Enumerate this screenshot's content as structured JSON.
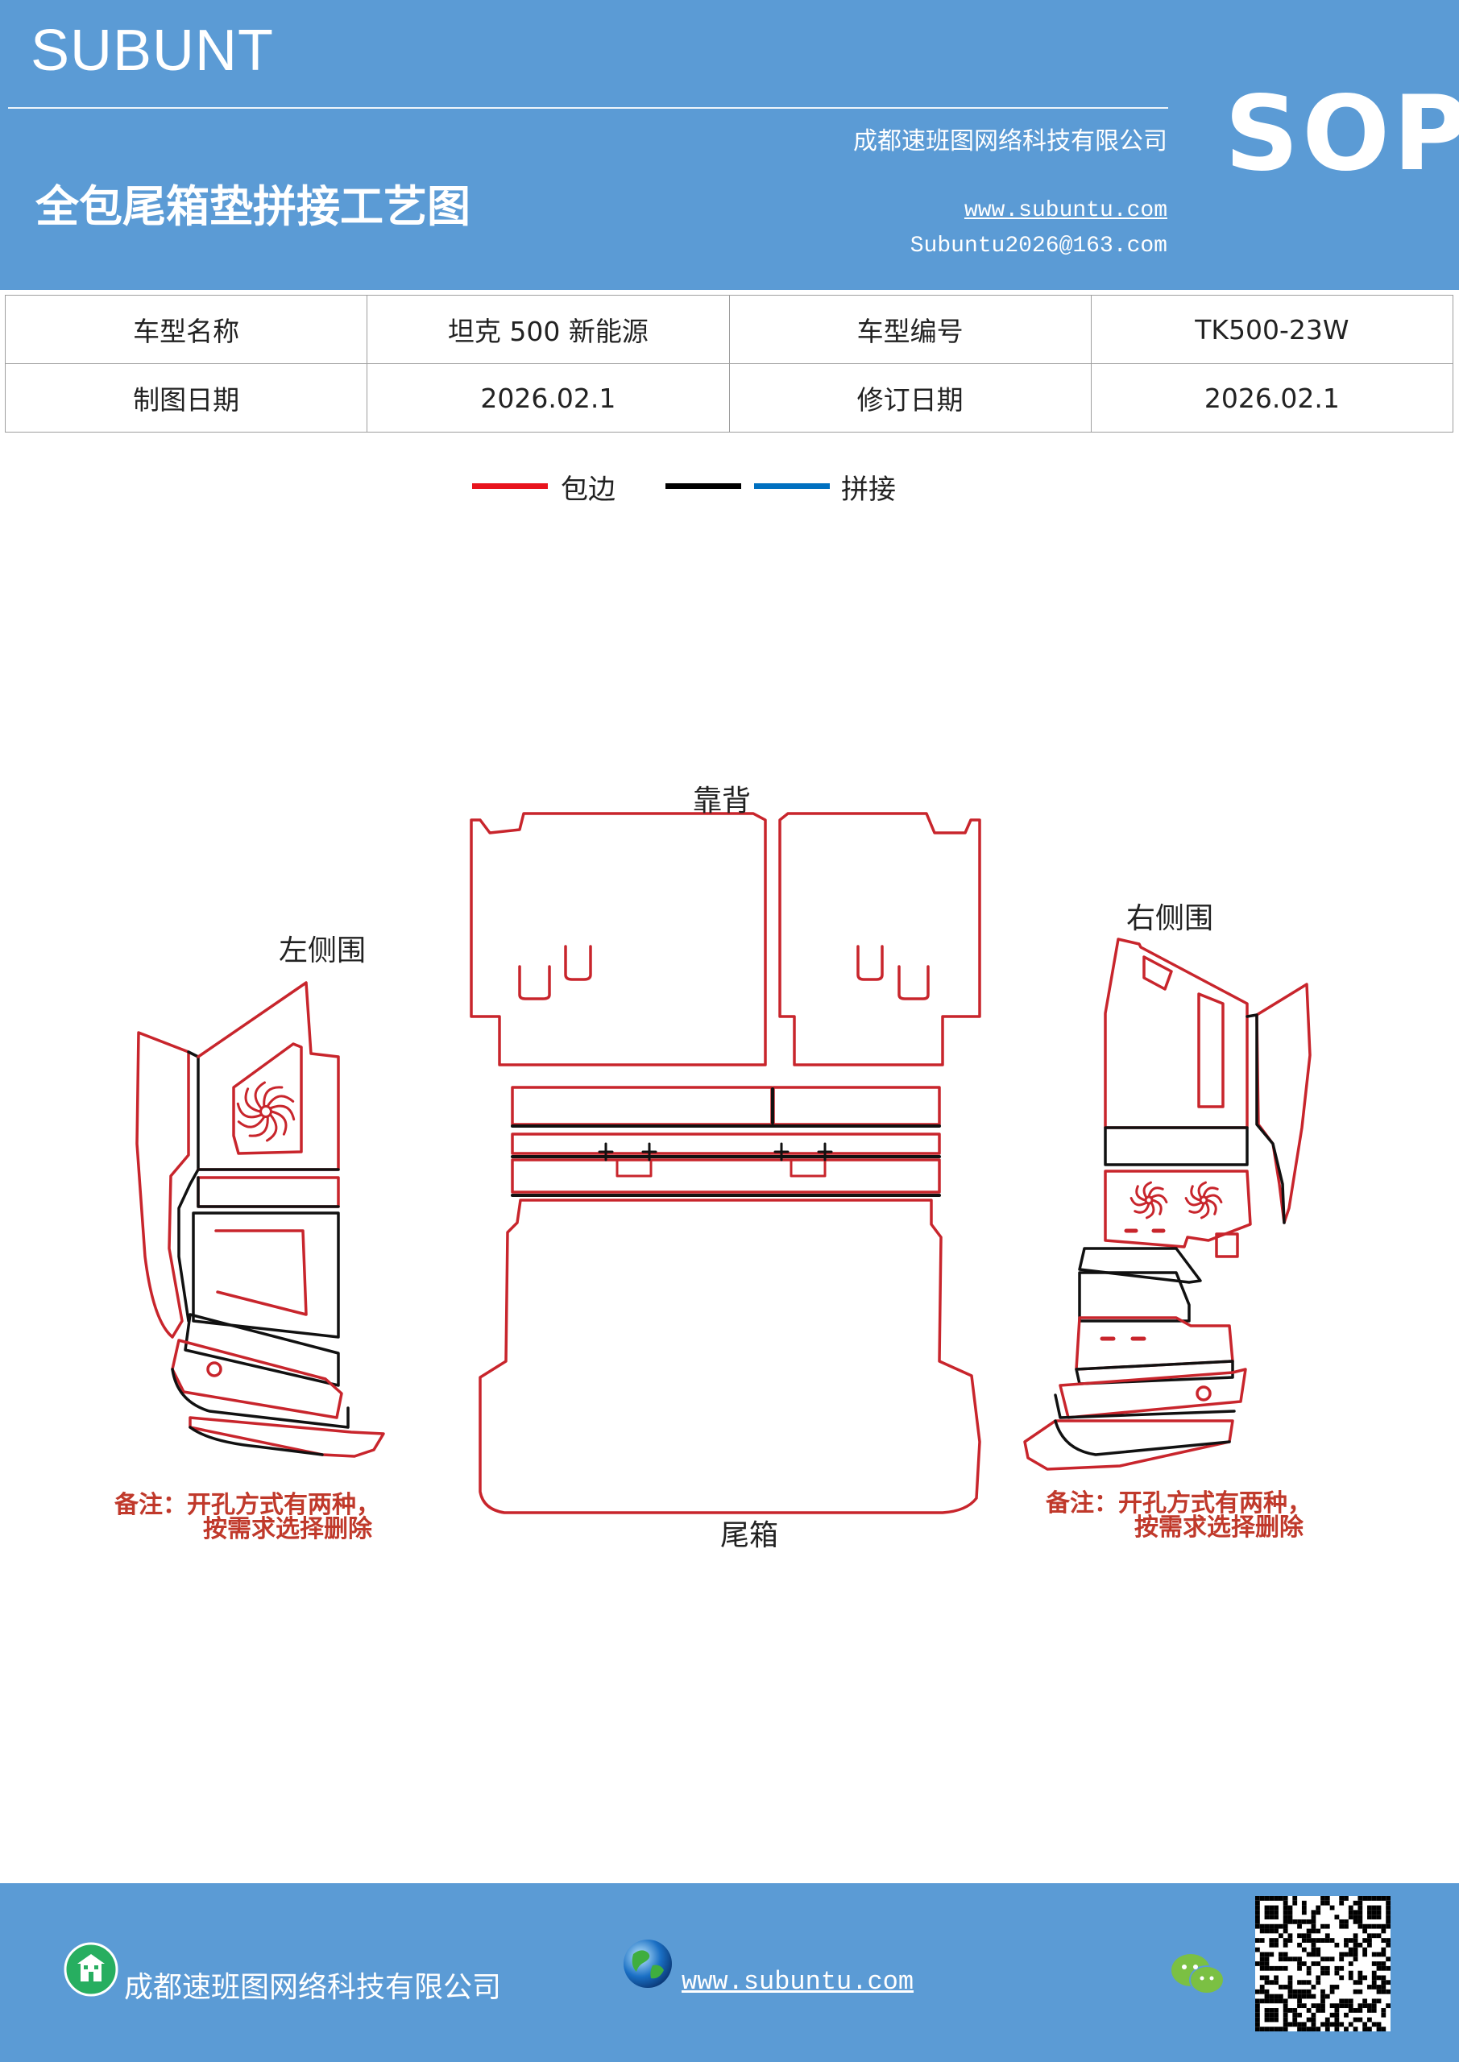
{
  "header": {
    "brand": "SUBUNT",
    "company": "成都速班图网络科技有限公司",
    "title": "全包尾箱垫拼接工艺图",
    "website": "www.subuntu.com",
    "email": "Subuntu2026@163.com",
    "badge": "SOP",
    "accent_color": "#5b9bd5"
  },
  "info_table": {
    "rows": [
      [
        "车型名称",
        "坦克 500 新能源",
        "车型编号",
        "TK500-23W"
      ],
      [
        "制图日期",
        "2026.02.1",
        "修订日期",
        "2026.02.1"
      ]
    ]
  },
  "legend": {
    "items": [
      {
        "label": "包边",
        "color": "#e8141d"
      },
      {
        "label": "",
        "color": "#000000"
      },
      {
        "label": "拼接",
        "color": "#0070c0"
      }
    ]
  },
  "drawing": {
    "labels": {
      "backrest": "靠背",
      "trunk": "尾箱",
      "left_panel": "左侧围",
      "right_panel": "右侧围"
    },
    "note_left": [
      "备注：开孔方式有两种，",
      "按需求选择删除"
    ],
    "note_right": [
      "备注：开孔方式有两种，",
      "按需求选择删除"
    ],
    "outline_colors": {
      "edge": "#c8252c",
      "seam": "#111111"
    }
  },
  "footer": {
    "company": "成都速班图网络科技有限公司",
    "website": "www.subuntu.com",
    "icons": [
      "building-icon",
      "globe-icon",
      "wechat-icon",
      "qr-code"
    ]
  }
}
